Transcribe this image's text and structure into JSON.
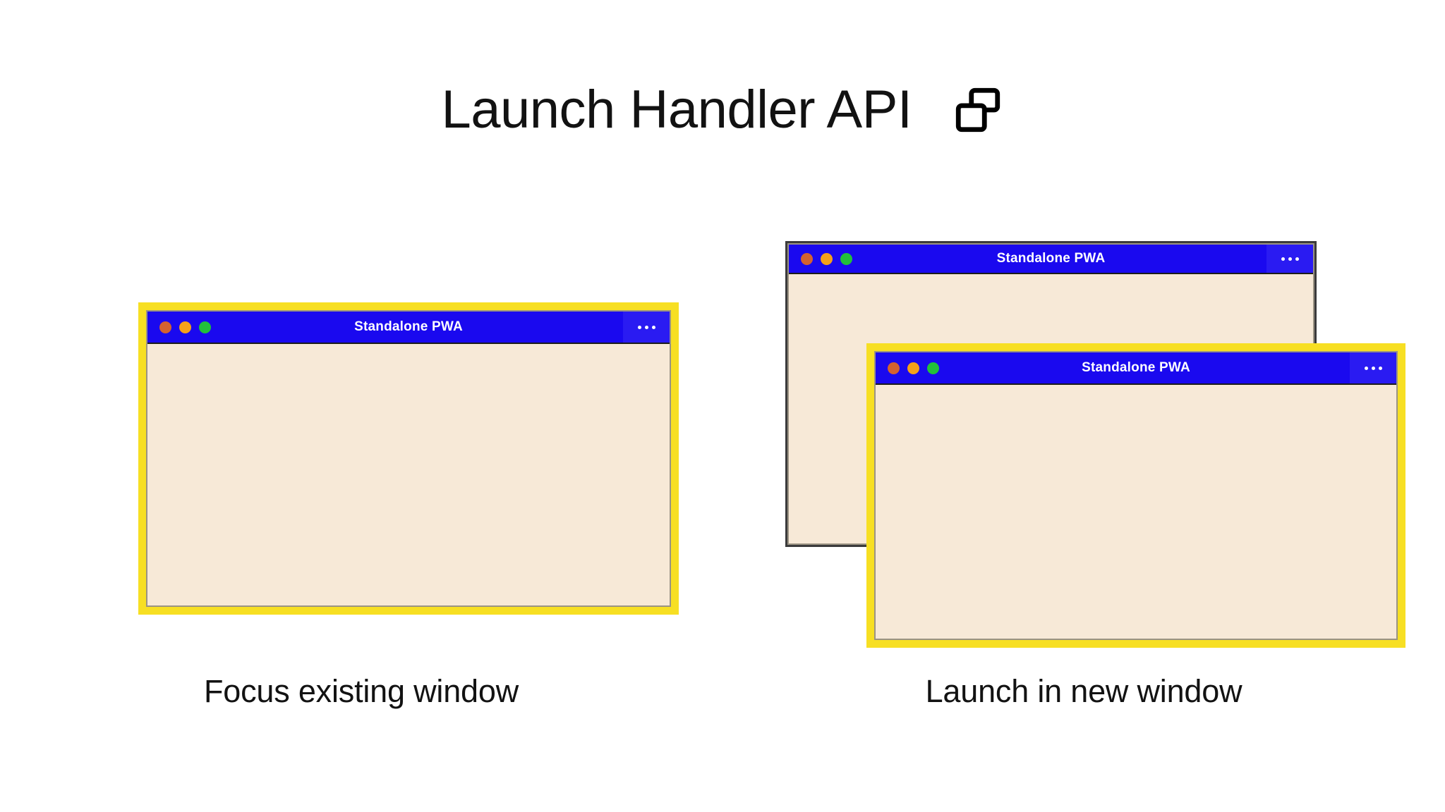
{
  "heading": {
    "title": "Launch Handler API",
    "icon": "multi-window-icon"
  },
  "panels": [
    {
      "id": "focus-existing",
      "caption": "Focus existing window",
      "windows": [
        {
          "role": "focused",
          "title": "Standalone PWA",
          "highlighted": true,
          "controls": [
            "close-dot",
            "minimize-dot",
            "maximize-dot"
          ],
          "menu": "overflow-menu-icon"
        }
      ]
    },
    {
      "id": "launch-new",
      "caption": "Launch in new window",
      "windows": [
        {
          "role": "background",
          "title": "Standalone PWA",
          "highlighted": false,
          "controls": [
            "close-dot",
            "minimize-dot",
            "maximize-dot"
          ],
          "menu": "overflow-menu-icon"
        },
        {
          "role": "new-focused",
          "title": "Standalone PWA",
          "highlighted": true,
          "controls": [
            "close-dot",
            "minimize-dot",
            "maximize-dot"
          ],
          "menu": "overflow-menu-icon"
        }
      ]
    }
  ],
  "colors": {
    "page_background": "#ffffff",
    "titlebar_blue": "#1a09ef",
    "menu_blue": "#2a1bf2",
    "window_body_cream": "#f7e9d7",
    "highlight_yellow": "#f7df23",
    "background_window_border": "#3b3b3b",
    "dot_red": "#d4622f",
    "dot_amber": "#f5a11a",
    "dot_green": "#22c03a",
    "text_dark": "#121212"
  }
}
